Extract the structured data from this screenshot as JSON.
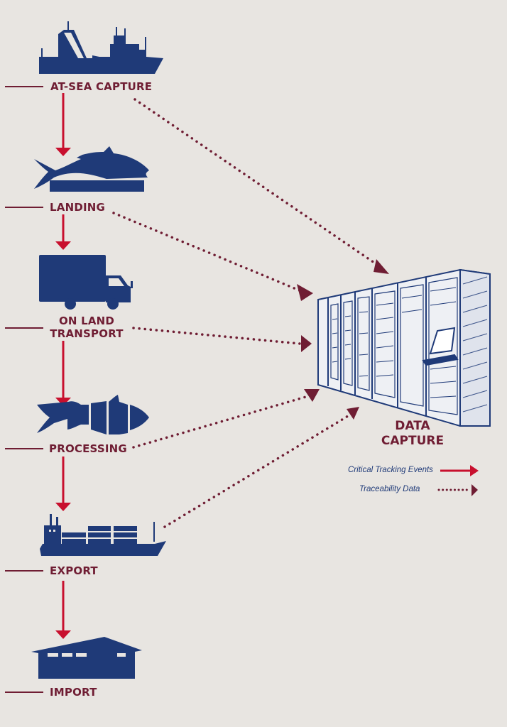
{
  "stages": [
    {
      "id": "at-sea-capture",
      "label": "AT-SEA CAPTURE",
      "icon": "fishing-trawler-icon"
    },
    {
      "id": "landing",
      "label": "LANDING",
      "icon": "tuna-on-dock-icon"
    },
    {
      "id": "on-land-transport",
      "label_line1": "ON LAND",
      "label_line2": "TRANSPORT",
      "icon": "delivery-truck-icon"
    },
    {
      "id": "processing",
      "label": "PROCESSING",
      "icon": "sectioned-tuna-icon"
    },
    {
      "id": "export",
      "label": "EXPORT",
      "icon": "cargo-ship-icon"
    },
    {
      "id": "import",
      "label": "IMPORT",
      "icon": "warehouse-icon"
    }
  ],
  "data_capture": {
    "label_line1": "DATA",
    "label_line2": "CAPTURE",
    "icon": "server-racks-icon"
  },
  "legend": {
    "critical_tracking_events": "Critical Tracking Events",
    "traceability_data": "Traceability Data"
  },
  "colors": {
    "background": "#e8e5e1",
    "icon_navy": "#1f3a78",
    "label_maroon": "#6f1d33",
    "cte_arrow_red": "#c8102e",
    "trace_dots_maroon": "#6f1d33"
  }
}
